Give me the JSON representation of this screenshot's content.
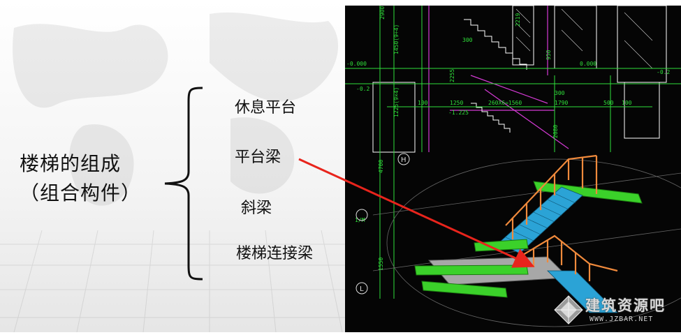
{
  "title": {
    "line1": "楼梯的组成",
    "line2": "（组合构件）"
  },
  "components": [
    "休息平台",
    "平台梁",
    "斜梁",
    "楼梯连接梁"
  ],
  "cad_drawing": {
    "dimensions": [
      "2900",
      "1450(9÷4)",
      "300",
      "2219",
      "950",
      "-0.000",
      "0.000",
      "-0.2",
      "-0.2",
      "2255",
      "1225(9×4)",
      "300",
      "100",
      "1250",
      "-1.225",
      "260X6=1560",
      "1790",
      "500",
      "100",
      "2080",
      "4700",
      "1/M",
      "1550"
    ],
    "axis_labels": [
      "H",
      "L"
    ]
  },
  "watermark": {
    "text": "建筑资源吧",
    "url": "WWW.JZBAR.NET"
  },
  "colors": {
    "arrow": "#e8241c",
    "cad_background": "#050505",
    "stair": "#2ba3d6",
    "beam": "#3bd12a",
    "railing": "#f08a3c",
    "landing": "#a7a7a7"
  }
}
